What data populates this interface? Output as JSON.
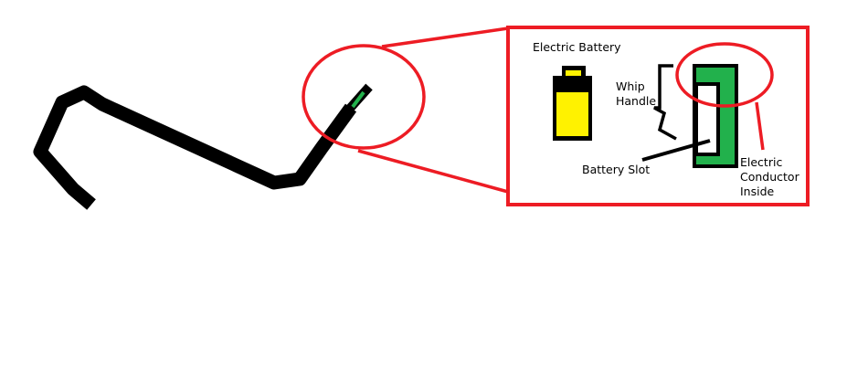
{
  "labels": {
    "battery": "Electric Battery",
    "whip_line1": "Whip",
    "whip_line2": "Handle",
    "slot": "Battery Slot",
    "conductor_line1": "Electric",
    "conductor_line2": "Conductor",
    "conductor_line3": "Inside"
  },
  "colors": {
    "highlight": "#ed1c24",
    "conductor": "#22b14c",
    "battery": "#fff200",
    "whip": "#000000"
  }
}
